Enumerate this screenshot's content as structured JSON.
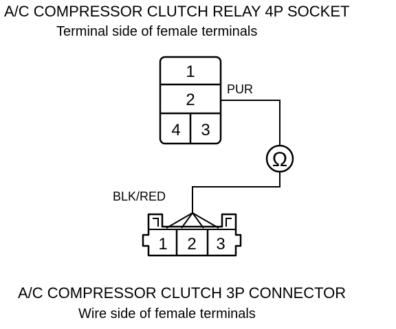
{
  "relay_socket": {
    "title": "A/C COMPRESSOR CLUTCH RELAY 4P SOCKET",
    "subtitle": "Terminal side of female terminals",
    "terminals": [
      "1",
      "2",
      "4",
      "3"
    ]
  },
  "connector": {
    "title": "A/C COMPRESSOR CLUTCH 3P CONNECTOR",
    "subtitle": "Wire side of female terminals",
    "terminals": [
      "1",
      "2",
      "3"
    ]
  },
  "wires": {
    "upper": "PUR",
    "lower": "BLK/RED"
  },
  "meter": {
    "symbol": "Ω",
    "icon": "ohmmeter-icon"
  }
}
